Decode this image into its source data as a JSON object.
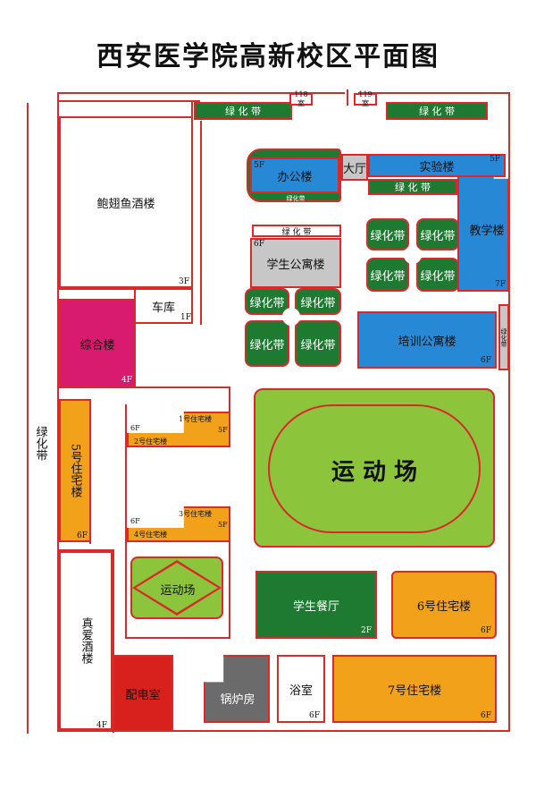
{
  "title": "西安医学院高新校区平面图",
  "labels": {
    "green_belt": "绿化带",
    "green_belt_spaced": "绿 化 带",
    "green_belt_vert": "绿化带",
    "room_118": "118室",
    "room_119": "119室",
    "abalone": "鲍翅鱼酒楼",
    "abalone_f": "3F",
    "garage": "车库",
    "garage_f": "1F",
    "comprehensive": "综合楼",
    "comprehensive_f": "4F",
    "res5": "5号住宅楼",
    "res5_f": "6F",
    "zhenai": "真爱酒楼",
    "zhenai_f": "4F",
    "power": "配电室",
    "boiler": "锅炉房",
    "bath": "浴室",
    "bath_f": "6F",
    "res7": "7号住宅楼",
    "res7_f": "6F",
    "canteen": "学生餐厅",
    "canteen_f": "2F",
    "res6": "6号住宅楼",
    "res6_f": "6F",
    "sports_big": "运 动 场",
    "sports_small": "运动场",
    "training": "培训公寓楼",
    "training_f": "6F",
    "teaching": "教学楼",
    "teaching_f": "7F",
    "lab": "实验楼",
    "lab_f": "5F",
    "hall": "大厅",
    "office": "办公楼",
    "office_f": "5F",
    "dorm": "学生公寓楼",
    "dorm_f": "6F",
    "res1": "1号住宅楼",
    "res1_f": "5F",
    "res2": "2号住宅楼",
    "res2_f": "6F",
    "res3": "3号住宅楼",
    "res3_f": "5F",
    "res4": "4号住宅楼",
    "res4_f": "6F"
  },
  "colors": {
    "wall": "#d9292a",
    "green": "#1e7a30",
    "light_green": "#8cc43c",
    "blue": "#2788d6",
    "orange": "#f2a11a",
    "magenta": "#d81b6e",
    "red": "#d8211c",
    "dark_grey": "#6b6b6b"
  }
}
